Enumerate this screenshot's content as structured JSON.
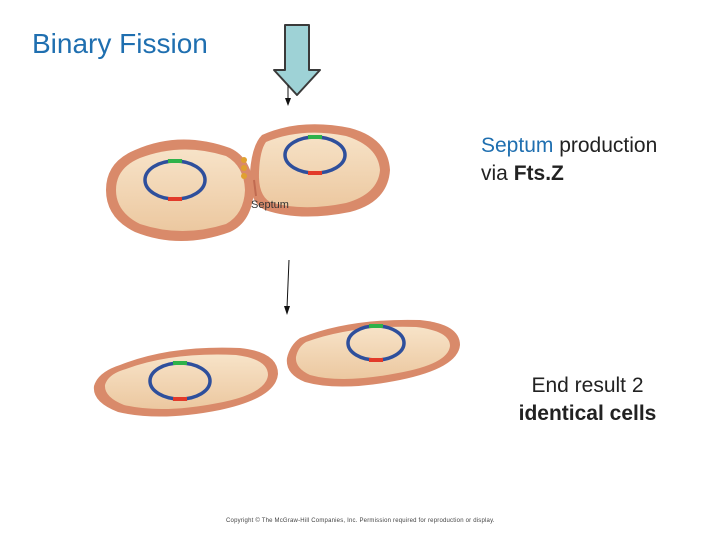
{
  "title": "Binary Fission",
  "septum_note": {
    "word_septum": "Septum",
    "production": " production",
    "via": "via ",
    "protein": "Fts.Z"
  },
  "septum_label": "Septum",
  "end_note": {
    "line1": "End result 2",
    "line2": "identical cells"
  },
  "copyright": "Copyright © The McGraw-Hill Companies, Inc. Permission required for reproduction or display.",
  "colors": {
    "title_blue": "#1f6fb0",
    "cell_outer": "#d98a6a",
    "cell_inner": "#f3d6b2",
    "chromosome": "#2e4f9c",
    "origin_green": "#2fb24a",
    "terminus_red": "#e23a2a",
    "arrow_fill": "#9ed2d6"
  }
}
